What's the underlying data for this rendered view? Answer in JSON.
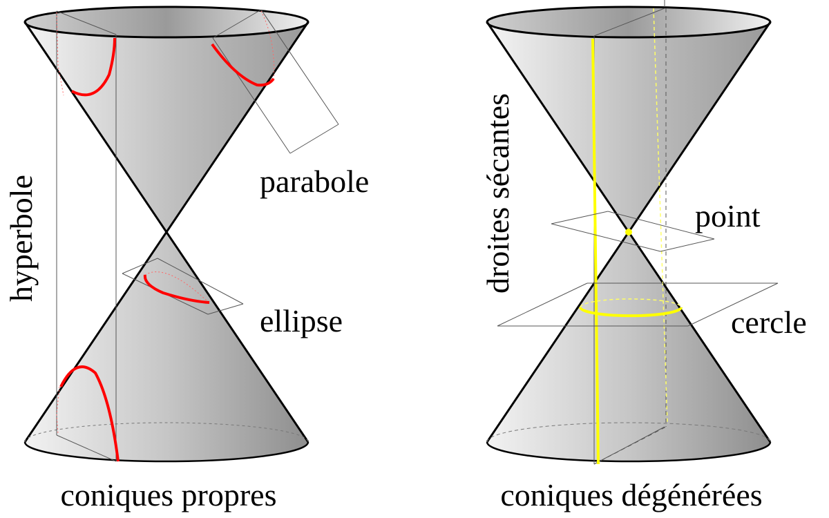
{
  "labels": {
    "hyperbole": "hyperbole",
    "parabole": "parabole",
    "ellipse": "ellipse",
    "coniques_propres": "coniques propres",
    "droites_secantes": "droites sécantes",
    "point": "point",
    "cercle": "cercle",
    "coniques_degenerees": "coniques dégénérées"
  },
  "colors": {
    "curve_proper": "#ff0000",
    "curve_degenerate": "#ffff00",
    "cone_edge": "#000000",
    "plane_line": "#555555"
  }
}
